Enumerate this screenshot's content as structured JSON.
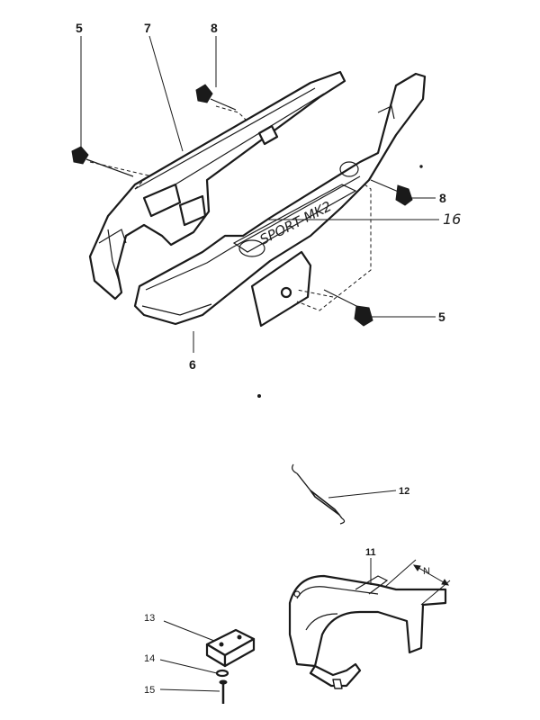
{
  "callouts": {
    "c5_top": "5",
    "c7": "7",
    "c8_top": "8",
    "c8_right": "8",
    "c16": "16",
    "c5_right": "5",
    "c6": "6",
    "c12": "12",
    "c11": "11",
    "dim_n": "N",
    "c13": "13",
    "c14": "14",
    "c15": "15"
  },
  "panel_inscription": "SPORT MK2"
}
